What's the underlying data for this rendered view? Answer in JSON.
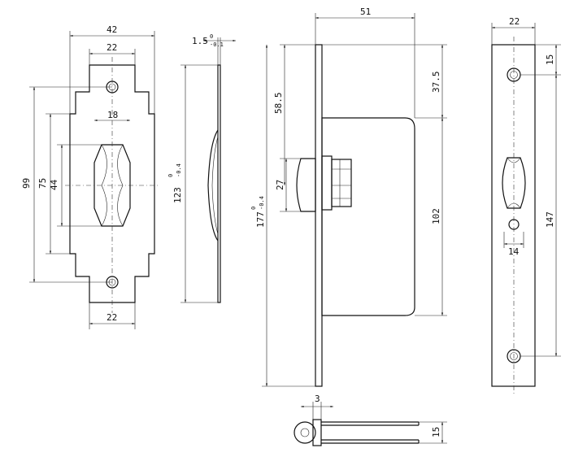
{
  "strike_plate": {
    "dims": {
      "width": "42",
      "top_width": "22",
      "bottom_width": "22",
      "opening_width": "18",
      "height_outer": "99",
      "height_mid": "75",
      "height_opening": "44"
    }
  },
  "side_view": {
    "dims": {
      "thickness": "1.5",
      "thickness_tol_upper": "0",
      "thickness_tol_lower": "-0.1",
      "height": "123",
      "height_tol_upper": "0",
      "height_tol_lower": "-0.4"
    }
  },
  "lock_body": {
    "dims": {
      "depth": "51",
      "upper_offset": "58.5",
      "face_top": "37.5",
      "bolt_height": "27",
      "case_height": "102",
      "face_height": "177",
      "face_tol_upper": "0",
      "face_tol_lower": "-0.4"
    }
  },
  "faceplate": {
    "dims": {
      "width": "22",
      "hole_offset": "15",
      "hole_spacing": "14",
      "hole_pitch": "147"
    }
  },
  "bottom_view": {
    "dims": {
      "thickness": "3",
      "height": "15"
    }
  }
}
